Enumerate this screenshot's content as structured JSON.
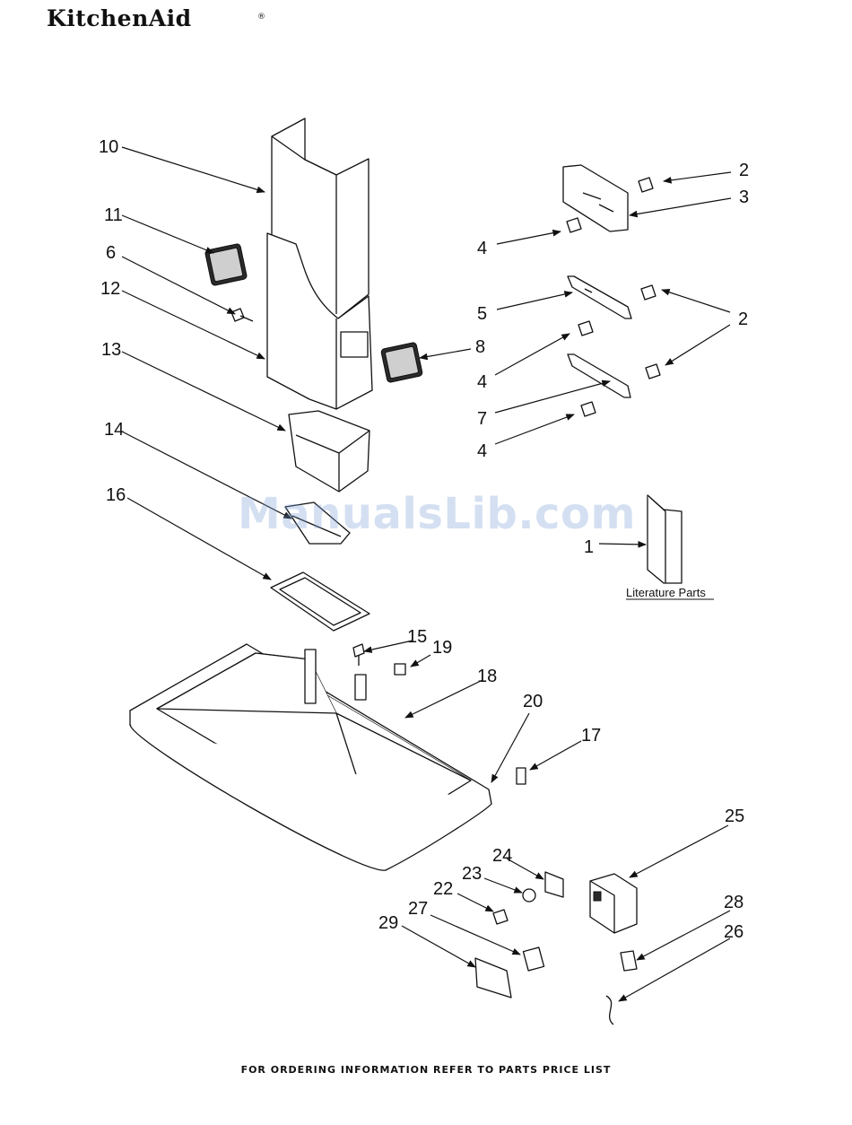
{
  "header": {
    "brand": "KitchenAid",
    "brand_mark": "®"
  },
  "diagram": {
    "callouts": [
      "10",
      "11",
      "6",
      "12",
      "13",
      "8",
      "14",
      "16",
      "15",
      "19",
      "18",
      "20",
      "17",
      "25",
      "24",
      "23",
      "22",
      "27",
      "29",
      "28",
      "26",
      "2",
      "3",
      "4",
      "5",
      "2",
      "4",
      "7",
      "4",
      "1"
    ],
    "literature_label": "Literature Parts"
  },
  "watermark": "ManualsLib.com",
  "footer": {
    "note": "FOR ORDERING INFORMATION REFER TO PARTS PRICE LIST"
  }
}
